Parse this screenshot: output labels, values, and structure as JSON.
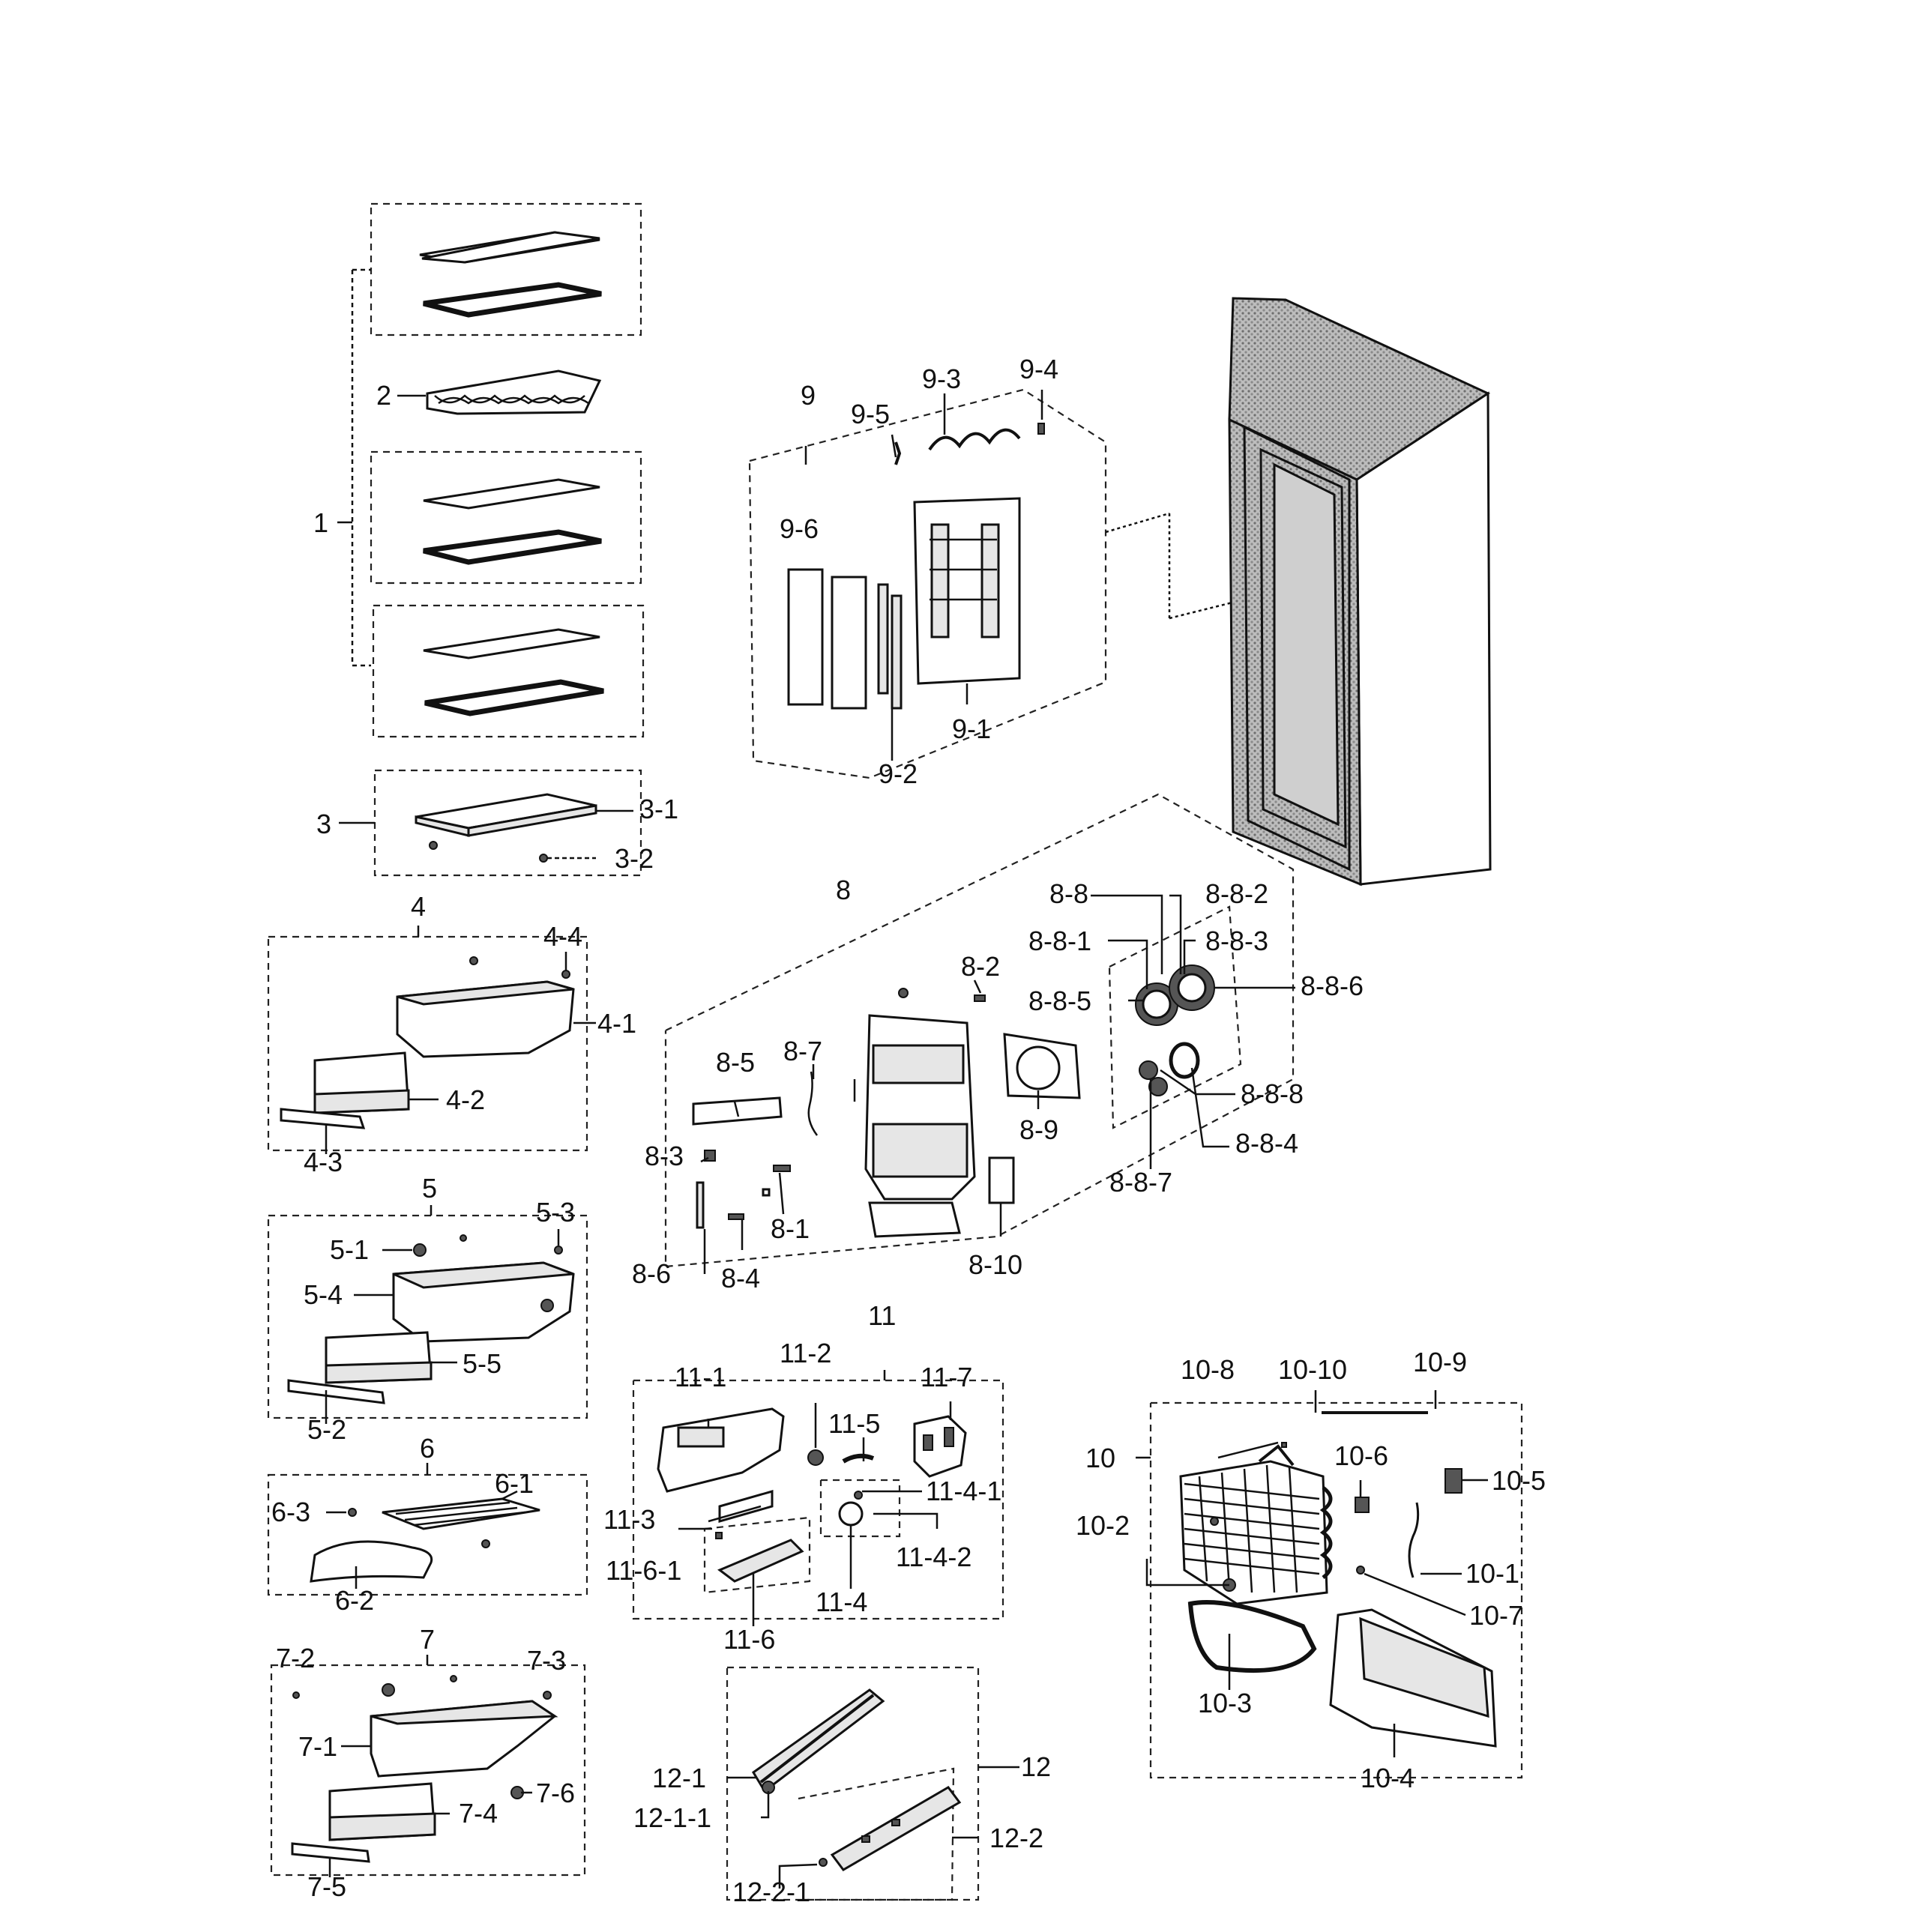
{
  "labels": {
    "p1": "1",
    "p2": "2",
    "p3": "3",
    "p3_1": "3-1",
    "p3_2": "3-2",
    "p4": "4",
    "p4_1": "4-1",
    "p4_2": "4-2",
    "p4_3": "4-3",
    "p4_4": "4-4",
    "p5": "5",
    "p5_1": "5-1",
    "p5_2": "5-2",
    "p5_3": "5-3",
    "p5_4": "5-4",
    "p5_5": "5-5",
    "p6": "6",
    "p6_1": "6-1",
    "p6_2": "6-2",
    "p6_3": "6-3",
    "p7": "7",
    "p7_1": "7-1",
    "p7_2": "7-2",
    "p7_3": "7-3",
    "p7_4": "7-4",
    "p7_5": "7-5",
    "p7_6": "7-6",
    "p8": "8",
    "p8_1": "8-1",
    "p8_2": "8-2",
    "p8_3": "8-3",
    "p8_4": "8-4",
    "p8_5": "8-5",
    "p8_6": "8-6",
    "p8_7": "8-7",
    "p8_8": "8-8",
    "p8_8_1": "8-8-1",
    "p8_8_2": "8-8-2",
    "p8_8_3": "8-8-3",
    "p8_8_4": "8-8-4",
    "p8_8_5": "8-8-5",
    "p8_8_6": "8-8-6",
    "p8_8_7": "8-8-7",
    "p8_8_8": "8-8-8",
    "p8_9": "8-9",
    "p8_10": "8-10",
    "p9": "9",
    "p9_1": "9-1",
    "p9_2": "9-2",
    "p9_3": "9-3",
    "p9_4": "9-4",
    "p9_5": "9-5",
    "p9_6": "9-6",
    "p10": "10",
    "p10_1": "10-1",
    "p10_2": "10-2",
    "p10_3": "10-3",
    "p10_4": "10-4",
    "p10_5": "10-5",
    "p10_6": "10-6",
    "p10_7": "10-7",
    "p10_8": "10-8",
    "p10_9": "10-9",
    "p10_10": "10-10",
    "p11": "11",
    "p11_1": "11-1",
    "p11_2": "11-2",
    "p11_3": "11-3",
    "p11_4": "11-4",
    "p11_4_1": "11-4-1",
    "p11_4_2": "11-4-2",
    "p11_5": "11-5",
    "p11_6": "11-6",
    "p11_6_1": "11-6-1",
    "p11_7": "11-7",
    "p12": "12",
    "p12_1": "12-1",
    "p12_1_1": "12-1-1",
    "p12_2": "12-2",
    "p12_2_1": "12-2-1"
  }
}
